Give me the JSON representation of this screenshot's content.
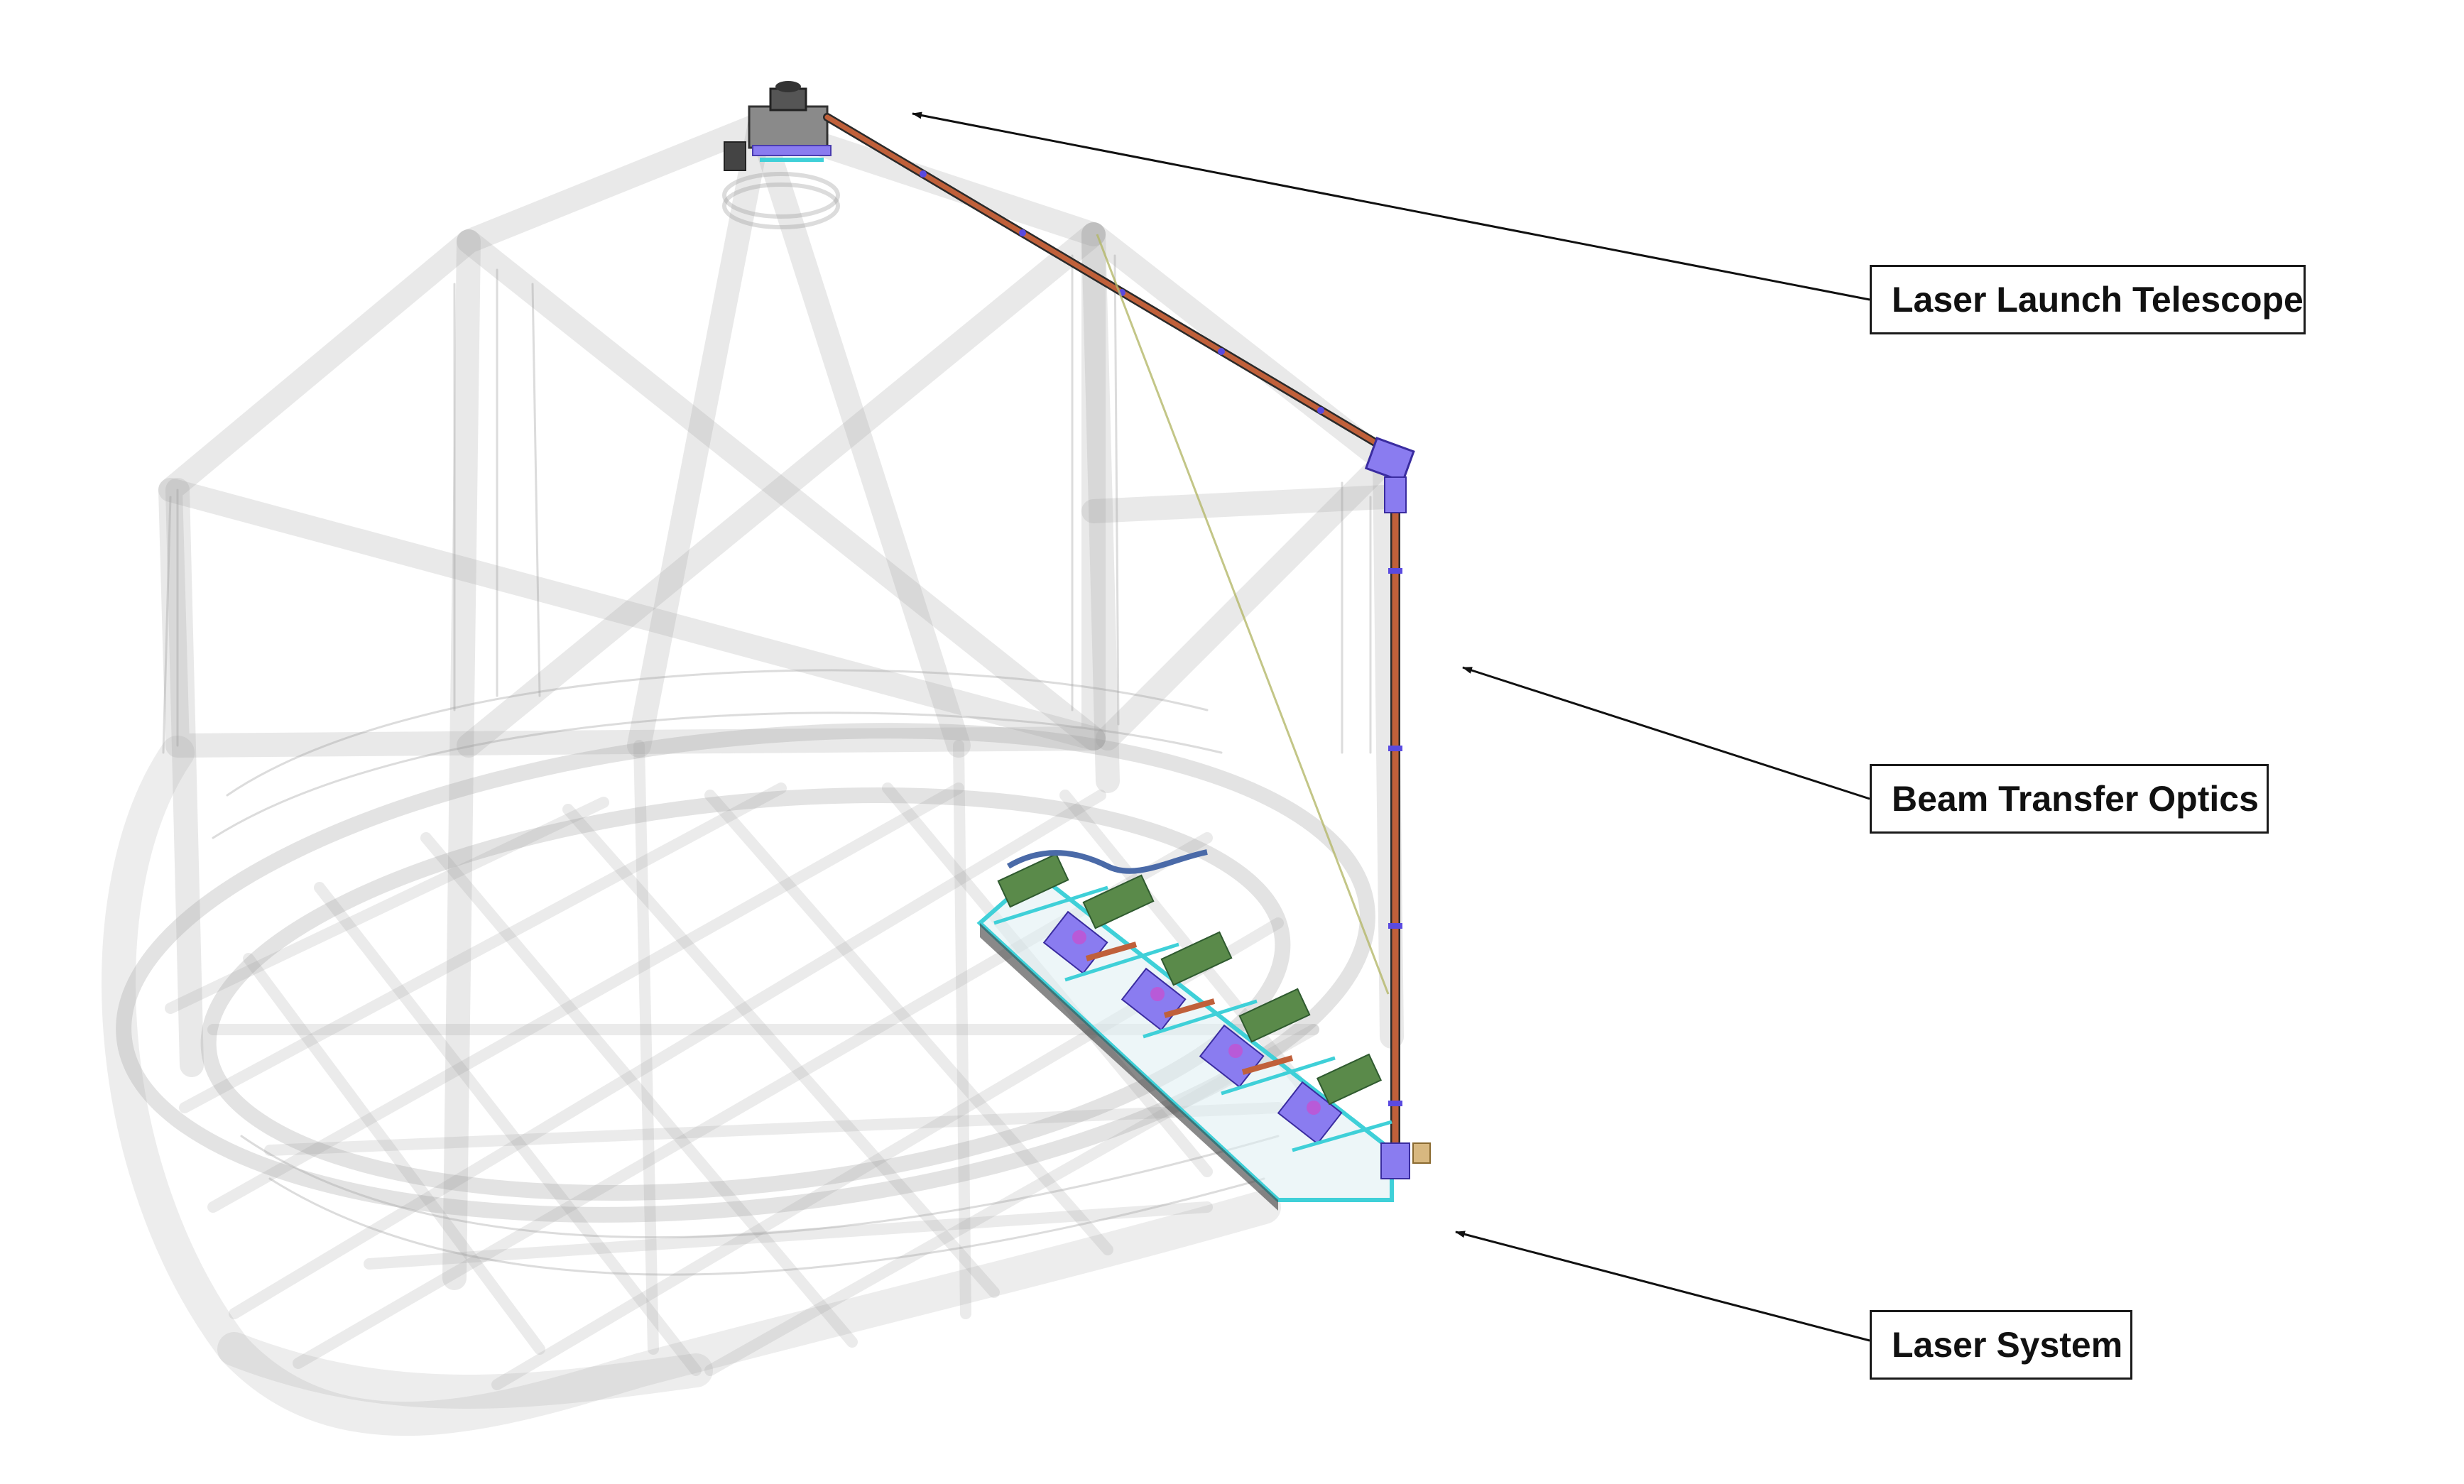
{
  "figure": {
    "description_none": "",
    "colors": {
      "structure": "#9a9a9a",
      "beam_path": "#c0603a",
      "optics_purple": "#8a7cf0",
      "optics_cyan": "#3fd0d8",
      "optics_green": "#5a8a4a",
      "leader": "#111111"
    }
  },
  "labels": {
    "laser_launch_telescope": "Laser Launch Telescope",
    "beam_transfer_optics": "Beam Transfer Optics",
    "laser_system": "Laser System"
  }
}
